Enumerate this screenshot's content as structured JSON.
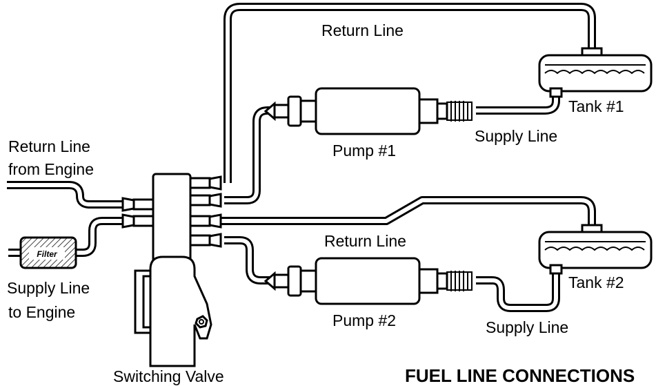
{
  "labels": {
    "return_line_top": "Return Line",
    "tank1": "Tank #1",
    "pump1": "Pump #1",
    "supply_line_1": "Supply Line",
    "return_from_engine_1": "Return Line",
    "return_from_engine_2": "from Engine",
    "return_line_mid": "Return Line",
    "tank2": "Tank #2",
    "filter": "Filter",
    "supply_to_engine_1": "Supply Line",
    "supply_to_engine_2": "to Engine",
    "pump2": "Pump #2",
    "supply_line_2": "Supply Line",
    "switching_valve": "Switching Valve",
    "title": "FUEL LINE CONNECTIONS"
  },
  "colors": {
    "line": "#000000",
    "background": "#ffffff"
  }
}
